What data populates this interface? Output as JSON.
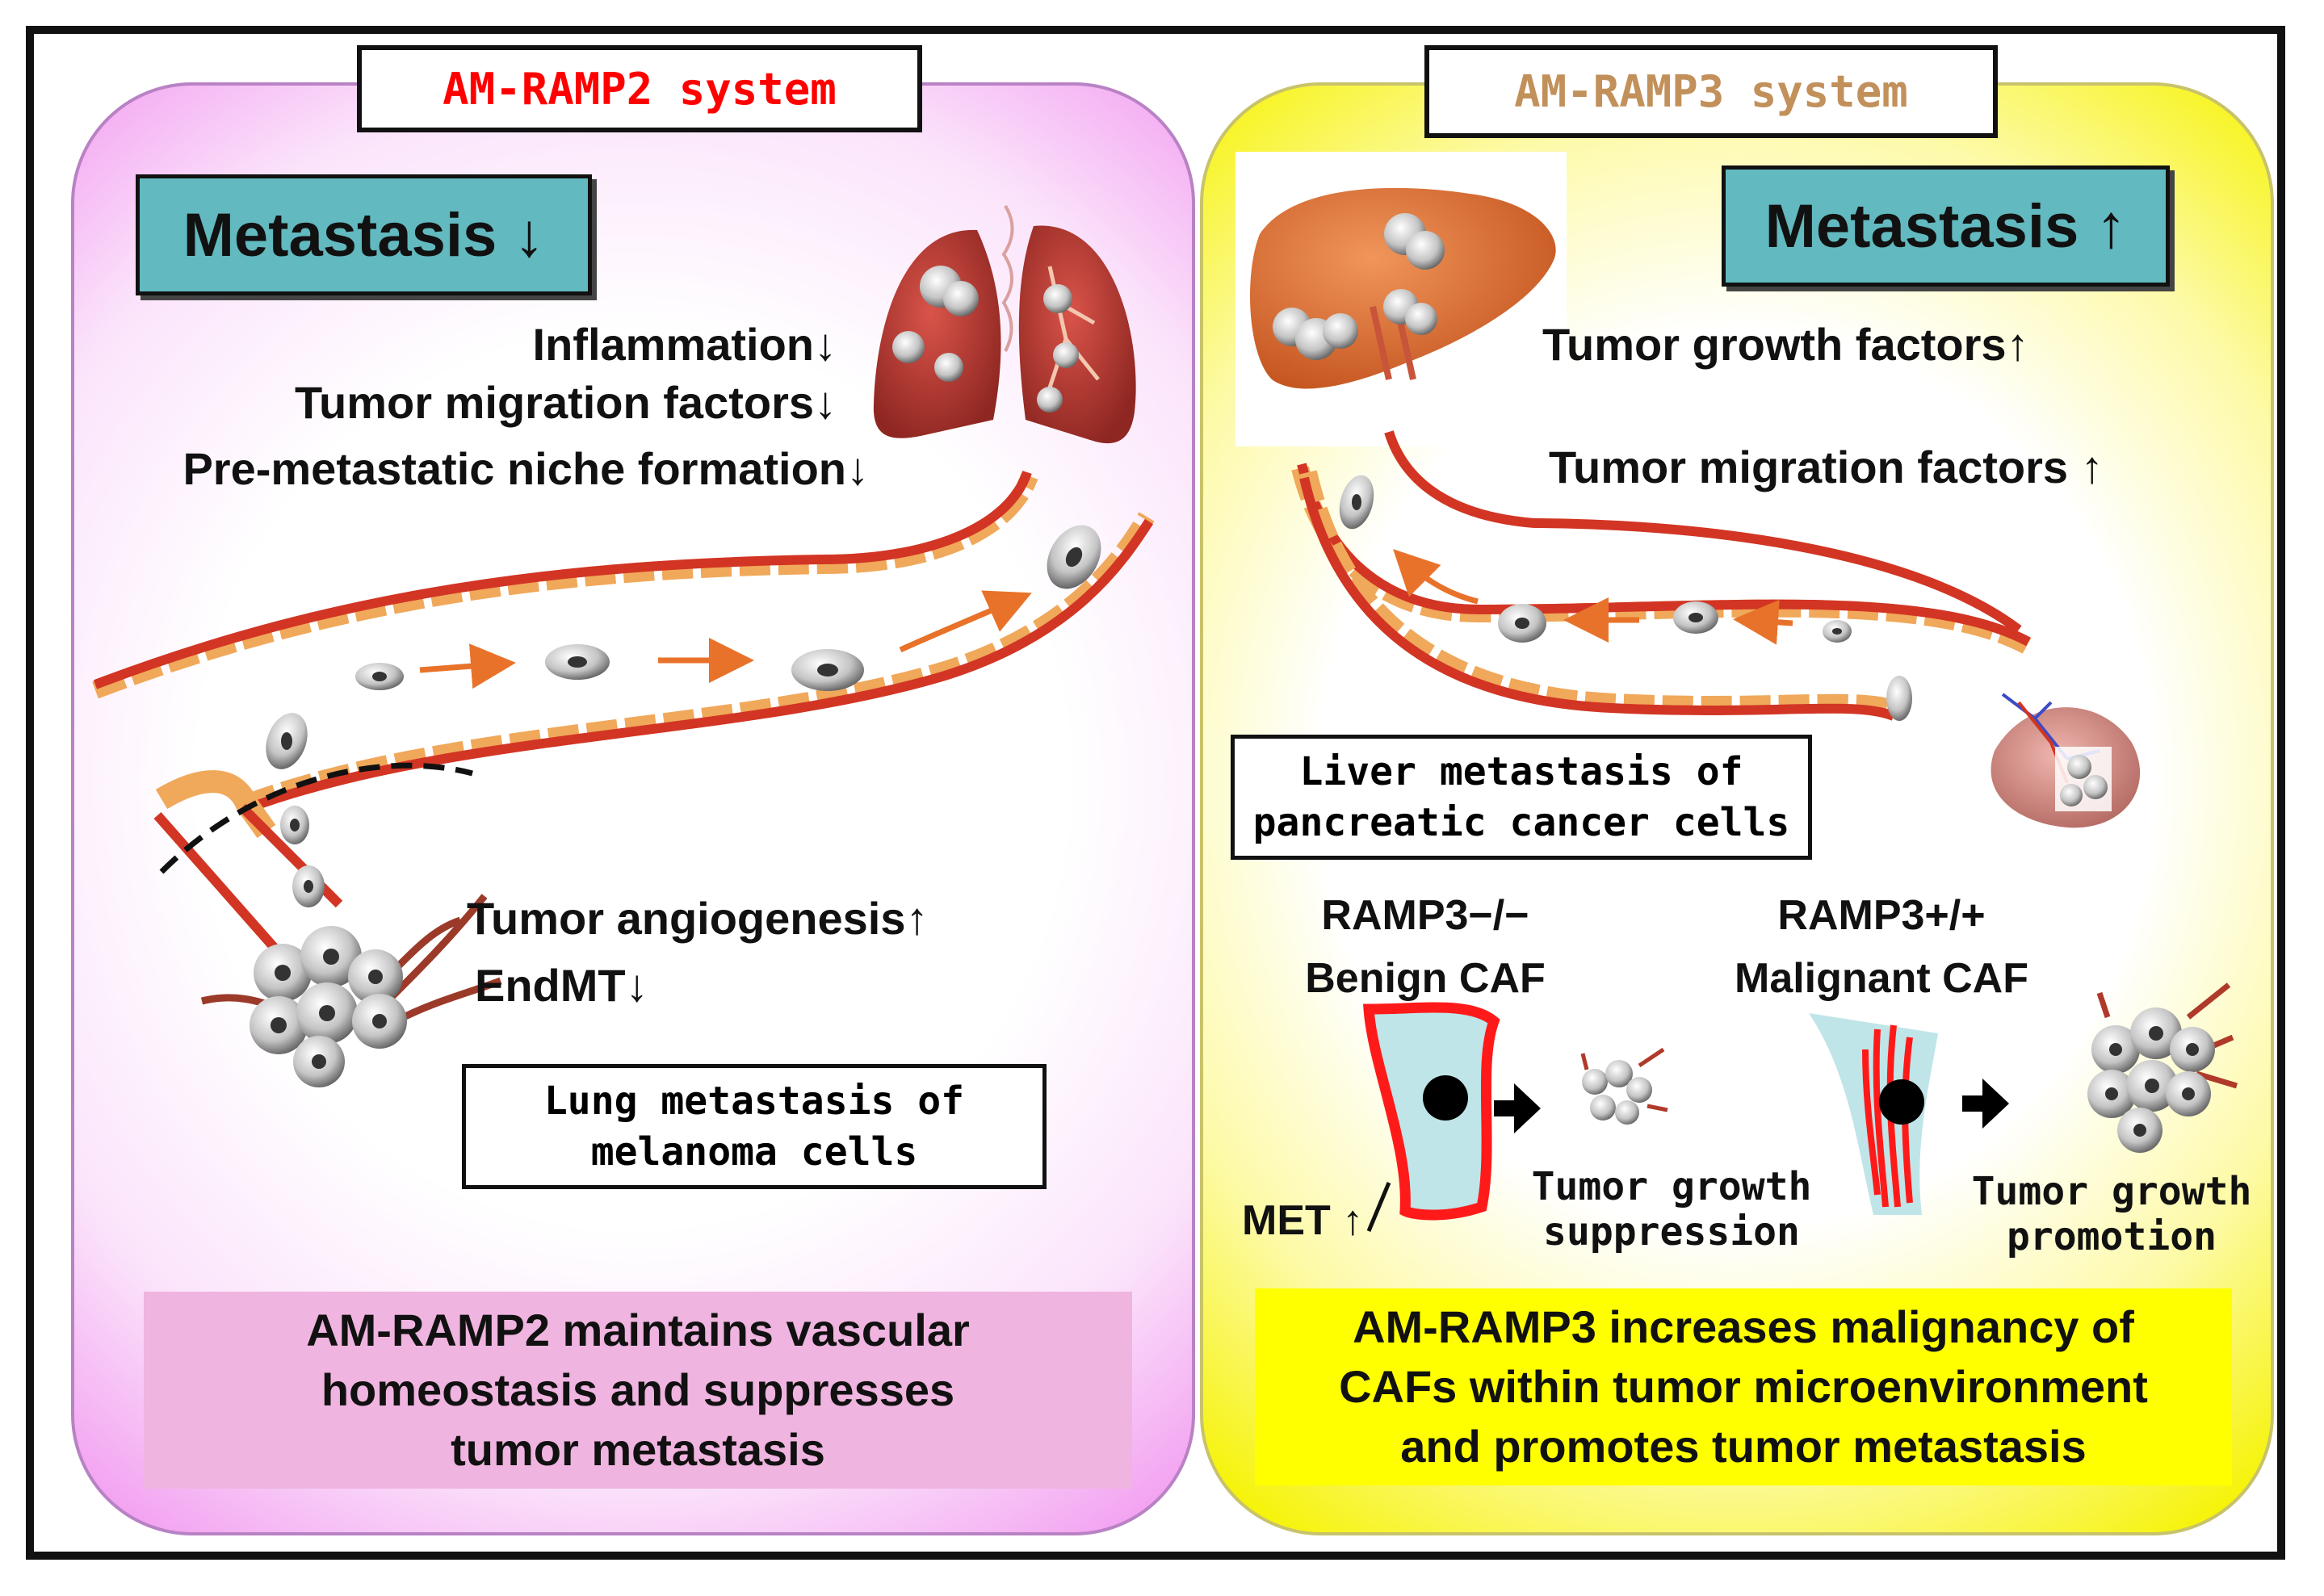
{
  "left": {
    "title": "AM-RAMP2 system",
    "title_color": "#ff0000",
    "metastasis": "Metastasis ↓",
    "factors": [
      "Inflammation↓",
      "Tumor migration factors↓",
      "Pre-metastatic niche formation↓"
    ],
    "angio": [
      "Tumor angiogenesis↑",
      "EndMT↓"
    ],
    "caption": [
      "Lung metastasis of",
      "melanoma cells"
    ],
    "summary": [
      "AM-RAMP2 maintains vascular",
      "homeostasis and suppresses",
      "tumor metastasis"
    ],
    "summary_bg": "#efb4df"
  },
  "right": {
    "title": "AM-RAMP3 system",
    "title_color": "#c2905a",
    "metastasis": "Metastasis ↑",
    "factors": [
      "Tumor growth factors↑",
      "Tumor migration factors ↑"
    ],
    "caption": [
      "Liver metastasis of",
      "pancreatic cancer cells"
    ],
    "caf_left": [
      "RAMP3−/−",
      "Benign CAF"
    ],
    "caf_right": [
      "RAMP3+/+",
      "Malignant CAF"
    ],
    "met": "MET ↑",
    "suppression": [
      "Tumor growth",
      "suppression"
    ],
    "promotion": [
      "Tumor growth",
      "promotion"
    ],
    "summary": [
      "AM-RAMP3 increases malignancy of",
      "CAFs within tumor microenvironment",
      "and promotes tumor metastasis"
    ],
    "summary_bg": "#ffff00"
  }
}
